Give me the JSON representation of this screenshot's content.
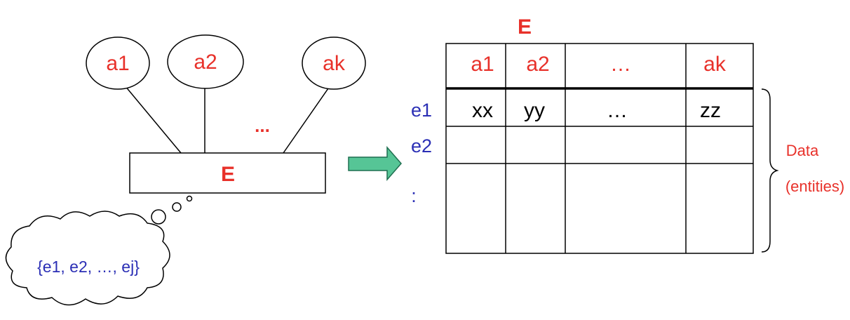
{
  "colors": {
    "red": "#e8312a",
    "blue": "#2b2fb5",
    "black": "#000000",
    "arrow_fill": "#56c596",
    "arrow_stroke": "#1f6f50"
  },
  "er": {
    "entity_label": "E",
    "attributes": [
      "a1",
      "a2",
      "ak"
    ],
    "ellipsis": "...",
    "instances": "{e1, e2, …, ej}"
  },
  "table": {
    "title": "E",
    "headers": [
      "a1",
      "a2",
      "…",
      "ak"
    ],
    "first_row": [
      "xx",
      "yy",
      "…",
      "zz"
    ],
    "row_labels": [
      "e1",
      "e2",
      ":"
    ],
    "brace_label_line1": "Data",
    "brace_label_line2": "(entities)"
  }
}
